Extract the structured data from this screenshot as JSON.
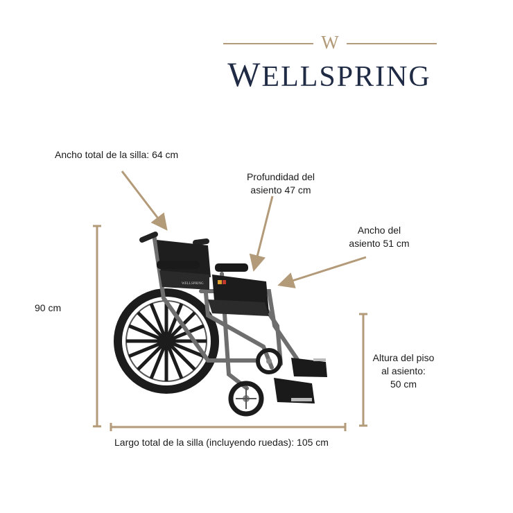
{
  "brand": {
    "mark": "W",
    "name_first": "W",
    "name_rest": "ELLSPRING",
    "accent_color": "#b39a78",
    "text_color": "#1f2a44"
  },
  "measurements": {
    "total_width": "Ancho total de la silla: 64 cm",
    "seat_depth_line1": "Profundidad del",
    "seat_depth_line2": "asiento 47 cm",
    "seat_width_line1": "Ancho del",
    "seat_width_line2": "asiento 51 cm",
    "height": "90 cm",
    "seat_height_line1": "Altura del piso",
    "seat_height_line2": "al asiento:",
    "seat_height_line3": "50 cm",
    "total_length": "Largo total de la silla (incluyendo ruedas): 105 cm"
  },
  "product": {
    "backrest_brand": "WELLSPRING"
  }
}
